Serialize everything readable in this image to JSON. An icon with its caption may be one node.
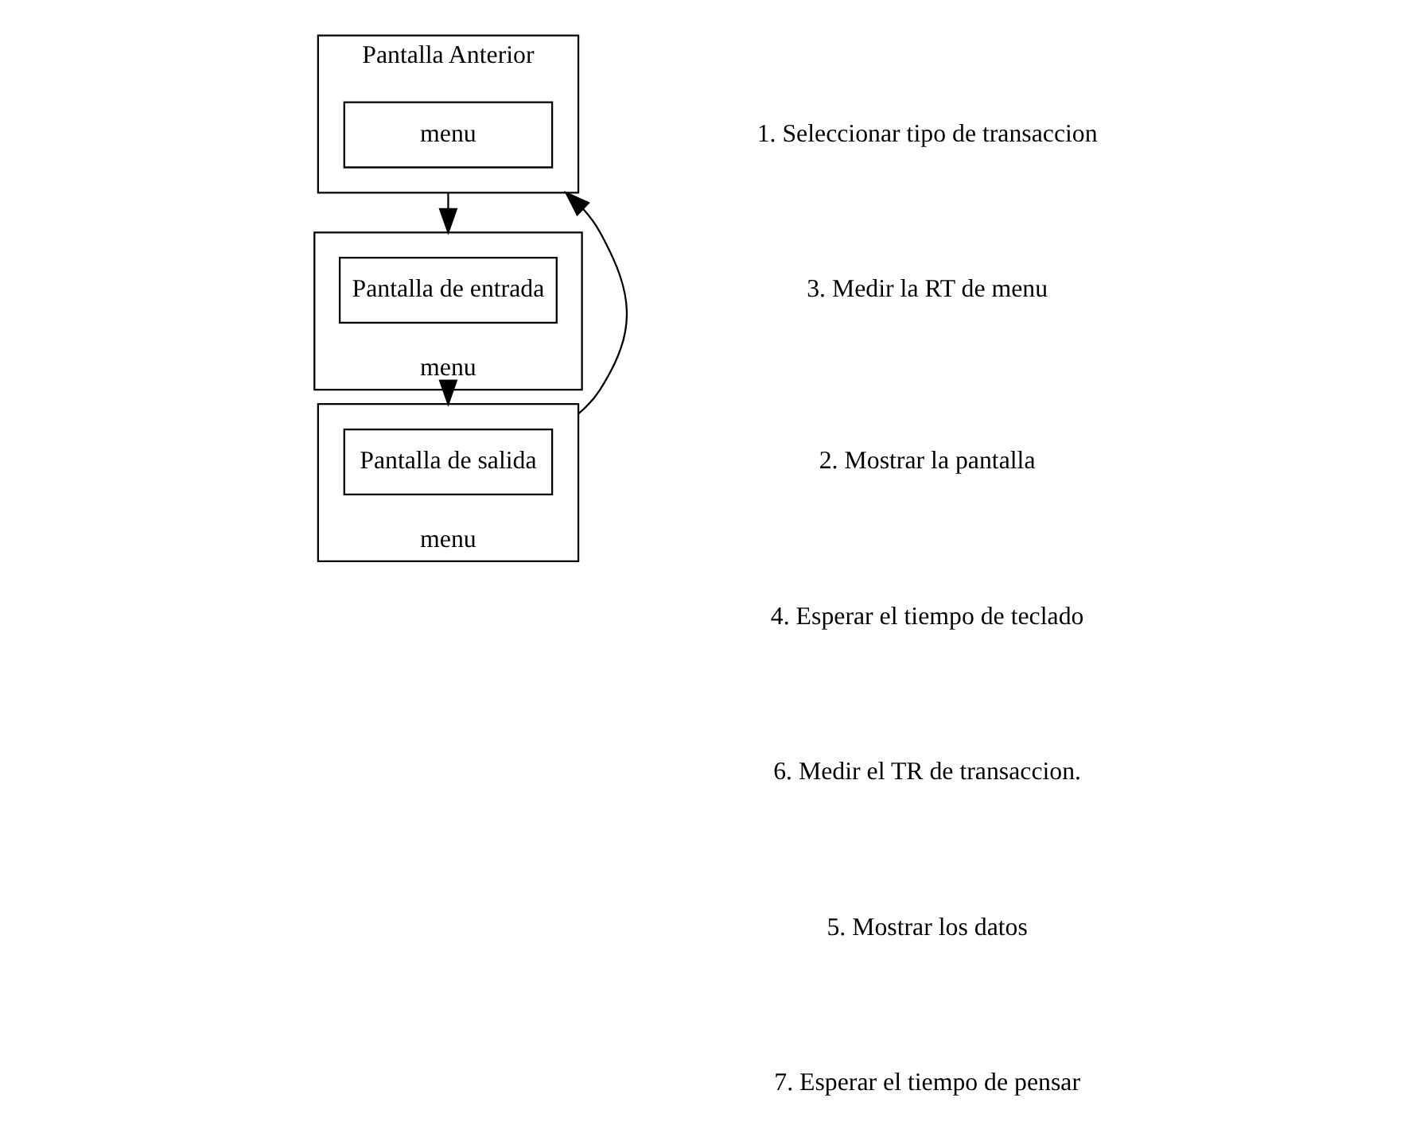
{
  "diagram": {
    "nodes": [
      {
        "text": [
          "Pantalla Anterior"
        ]
      },
      {
        "text": [
          "menu"
        ],
        "in": 0
      },
      {
        "text": [
          "menu"
        ]
      },
      {
        "text": [
          "Pantalla de entrada"
        ],
        "in": 2
      },
      {
        "text": [
          "menu"
        ]
      },
      {
        "text": [
          "Pantalla de salida"
        ],
        "in": 4
      }
    ],
    "edges": [
      {
        "from": 0,
        "to": 2,
        "arrow": "to"
      },
      {
        "from": 2,
        "to": 4,
        "arrow": "to"
      },
      {
        "from": 4,
        "to": 0,
        "arrow": "to"
      }
    ],
    "labels": [
      "1. Seleccionar tipo de transaccion",
      "3. Medir la RT de menu",
      "2. Mostrar la pantalla",
      "4. Esperar el tiempo de teclado",
      "6. Medir el TR de transaccion.",
      "5. Mostrar los datos",
      "7. Esperar el tiempo de pensar"
    ]
  }
}
